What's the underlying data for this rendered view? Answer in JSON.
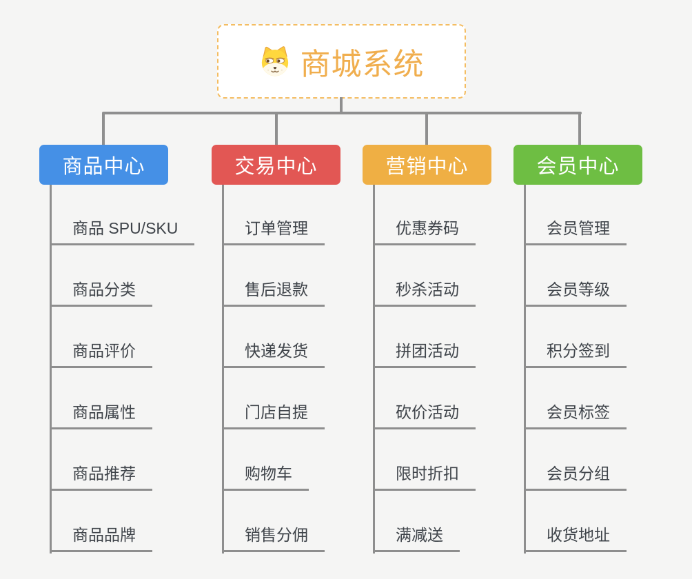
{
  "canvas": {
    "background": "#F5F5F4",
    "connector_color": "#8F8F8F"
  },
  "root": {
    "title": "商城系统",
    "text_color": "#F0AE4E",
    "border_color": "#F4BD62",
    "icon": "doge-icon"
  },
  "branches": [
    {
      "label": "商品中心",
      "color": "#4590E6",
      "items": [
        "商品 SPU/SKU",
        "商品分类",
        "商品评价",
        "商品属性",
        "商品推荐",
        "商品品牌"
      ]
    },
    {
      "label": "交易中心",
      "color": "#E25754",
      "items": [
        "订单管理",
        "售后退款",
        "快递发货",
        "门店自提",
        "购物车",
        "销售分佣"
      ]
    },
    {
      "label": "营销中心",
      "color": "#EFAF44",
      "items": [
        "优惠券码",
        "秒杀活动",
        "拼团活动",
        "砍价活动",
        "限时折扣",
        "满减送"
      ]
    },
    {
      "label": "会员中心",
      "color": "#6EBE43",
      "items": [
        "会员管理",
        "会员等级",
        "积分签到",
        "会员标签",
        "会员分组",
        "收货地址"
      ]
    }
  ]
}
